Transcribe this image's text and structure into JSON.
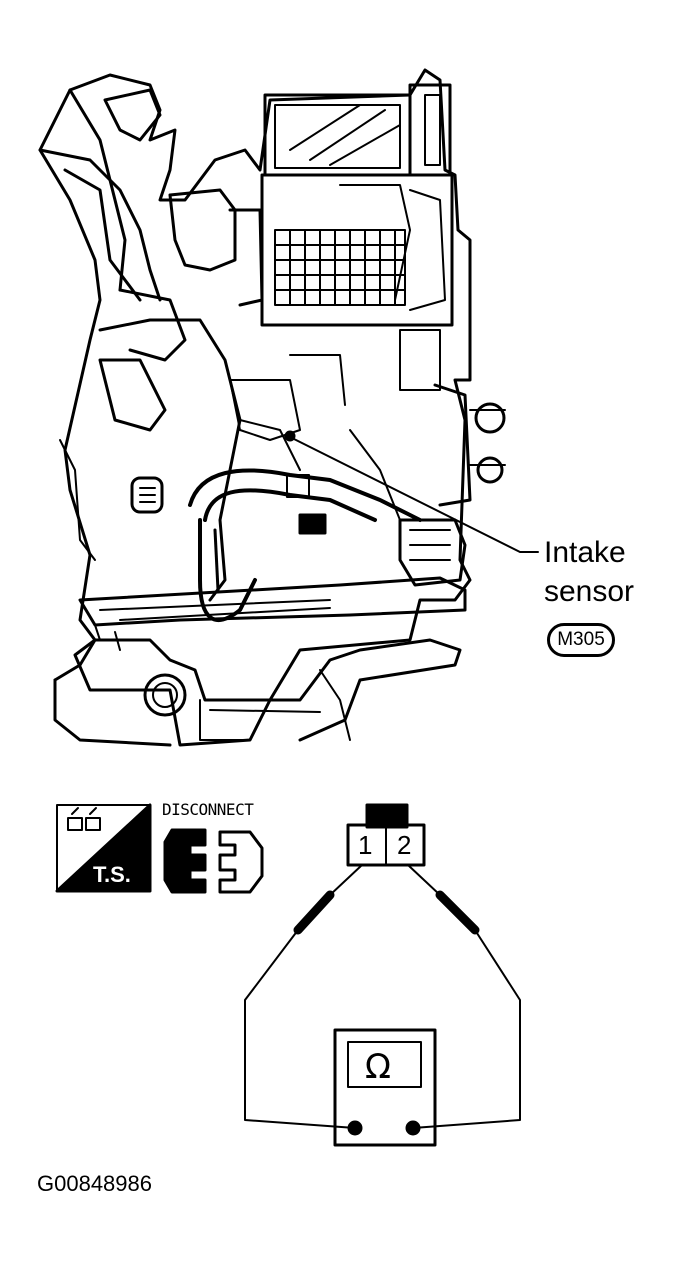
{
  "callout": {
    "line1": "Intake",
    "line2": "sensor",
    "connector_code": "M305"
  },
  "test_icons": {
    "ts_label": "T.S.",
    "disconnect_label": "DISCONNECT"
  },
  "connector_pins": [
    "1",
    "2"
  ],
  "meter": {
    "symbol": "Ω"
  },
  "figure_id": "G00848986"
}
